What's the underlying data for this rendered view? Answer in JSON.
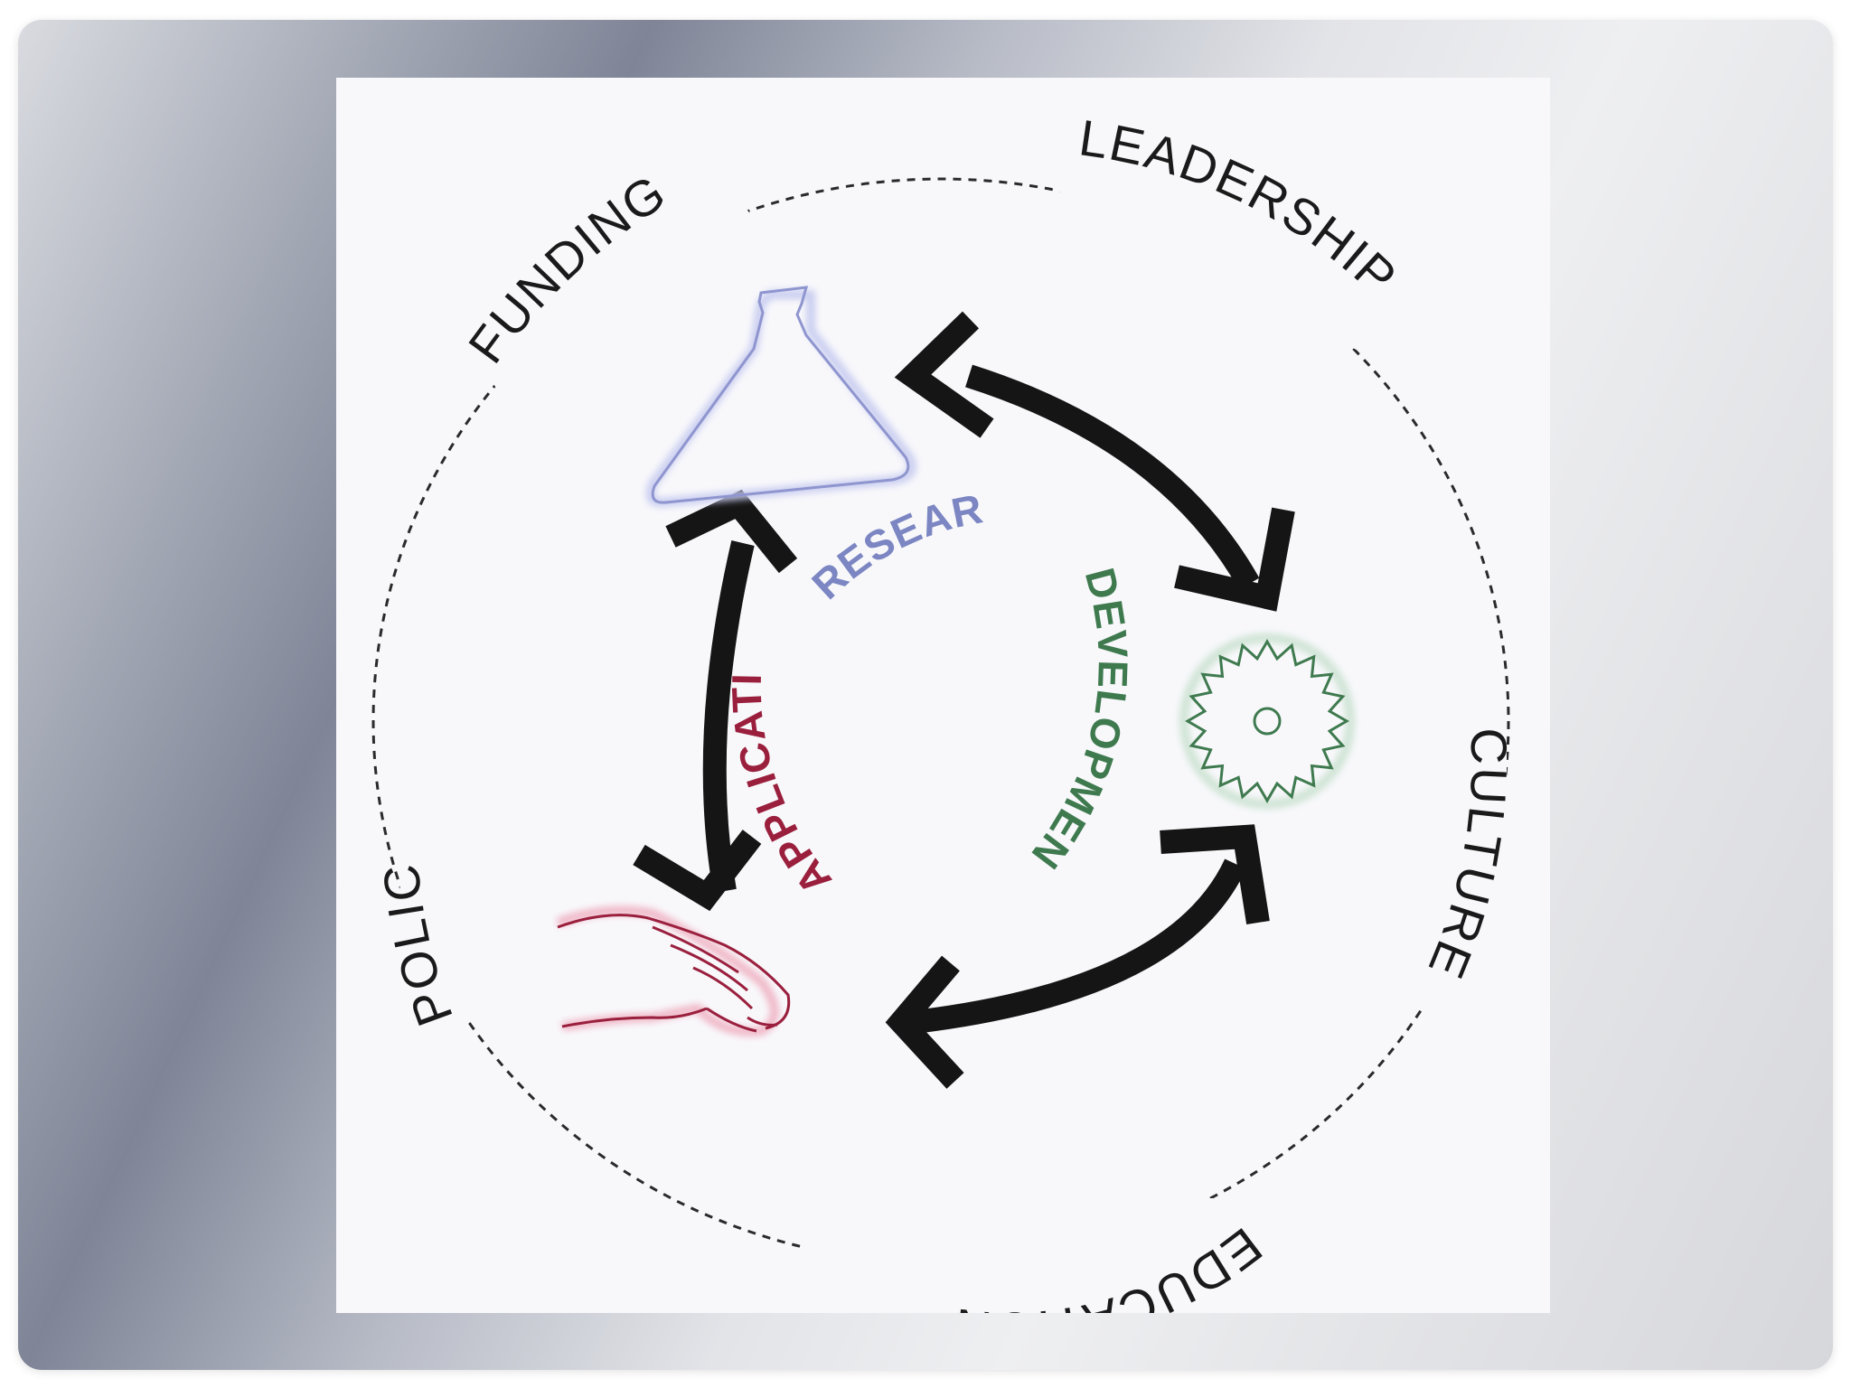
{
  "outer_labels": {
    "funding": "FUNDING",
    "leadership": "LEADERSHIP",
    "culture": "CULTURE",
    "education": "EDUCATION",
    "policy": "POLICY"
  },
  "inner_labels": {
    "research": "RESEARCH",
    "development": "DEVELOPMENT",
    "application": "APPLICATION"
  },
  "colors": {
    "research": "#7b86c2",
    "development": "#3f7a4f",
    "application": "#9a1f3d",
    "arrows": "#151515",
    "outer_text": "#1a1a1a"
  },
  "icons": {
    "research": "flask-icon",
    "development": "gear-icon",
    "application": "hand-icon"
  }
}
